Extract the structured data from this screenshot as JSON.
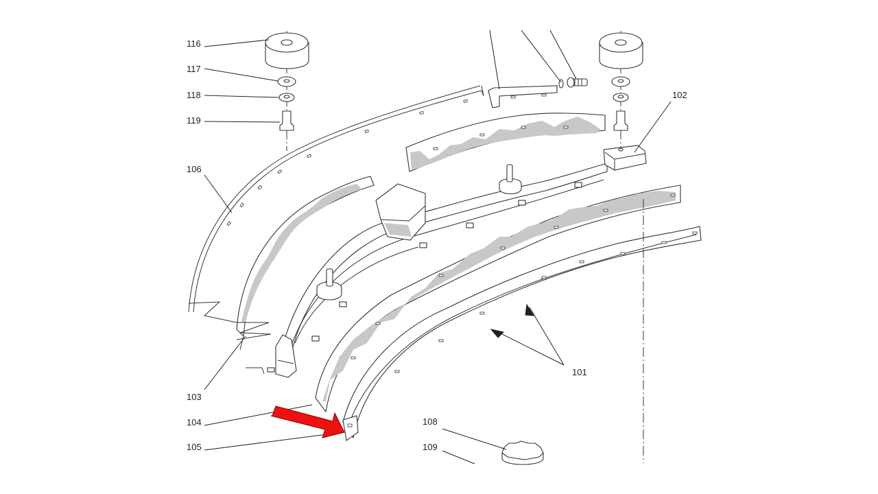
{
  "callouts": [
    {
      "id": "c116",
      "label": "116"
    },
    {
      "id": "c117",
      "label": "117"
    },
    {
      "id": "c118",
      "label": "118"
    },
    {
      "id": "c119",
      "label": "119"
    },
    {
      "id": "c106",
      "label": "106"
    },
    {
      "id": "c103",
      "label": "103"
    },
    {
      "id": "c104",
      "label": "104"
    },
    {
      "id": "c105",
      "label": "105"
    },
    {
      "id": "c108",
      "label": "108"
    },
    {
      "id": "c109",
      "label": "109"
    },
    {
      "id": "c101",
      "label": "101"
    },
    {
      "id": "c102",
      "label": "102"
    }
  ],
  "colors": {
    "line": "#333333",
    "shade": "#c8c8c8",
    "arrow": "#ee1111",
    "arrow_stroke": "#8a0000"
  }
}
